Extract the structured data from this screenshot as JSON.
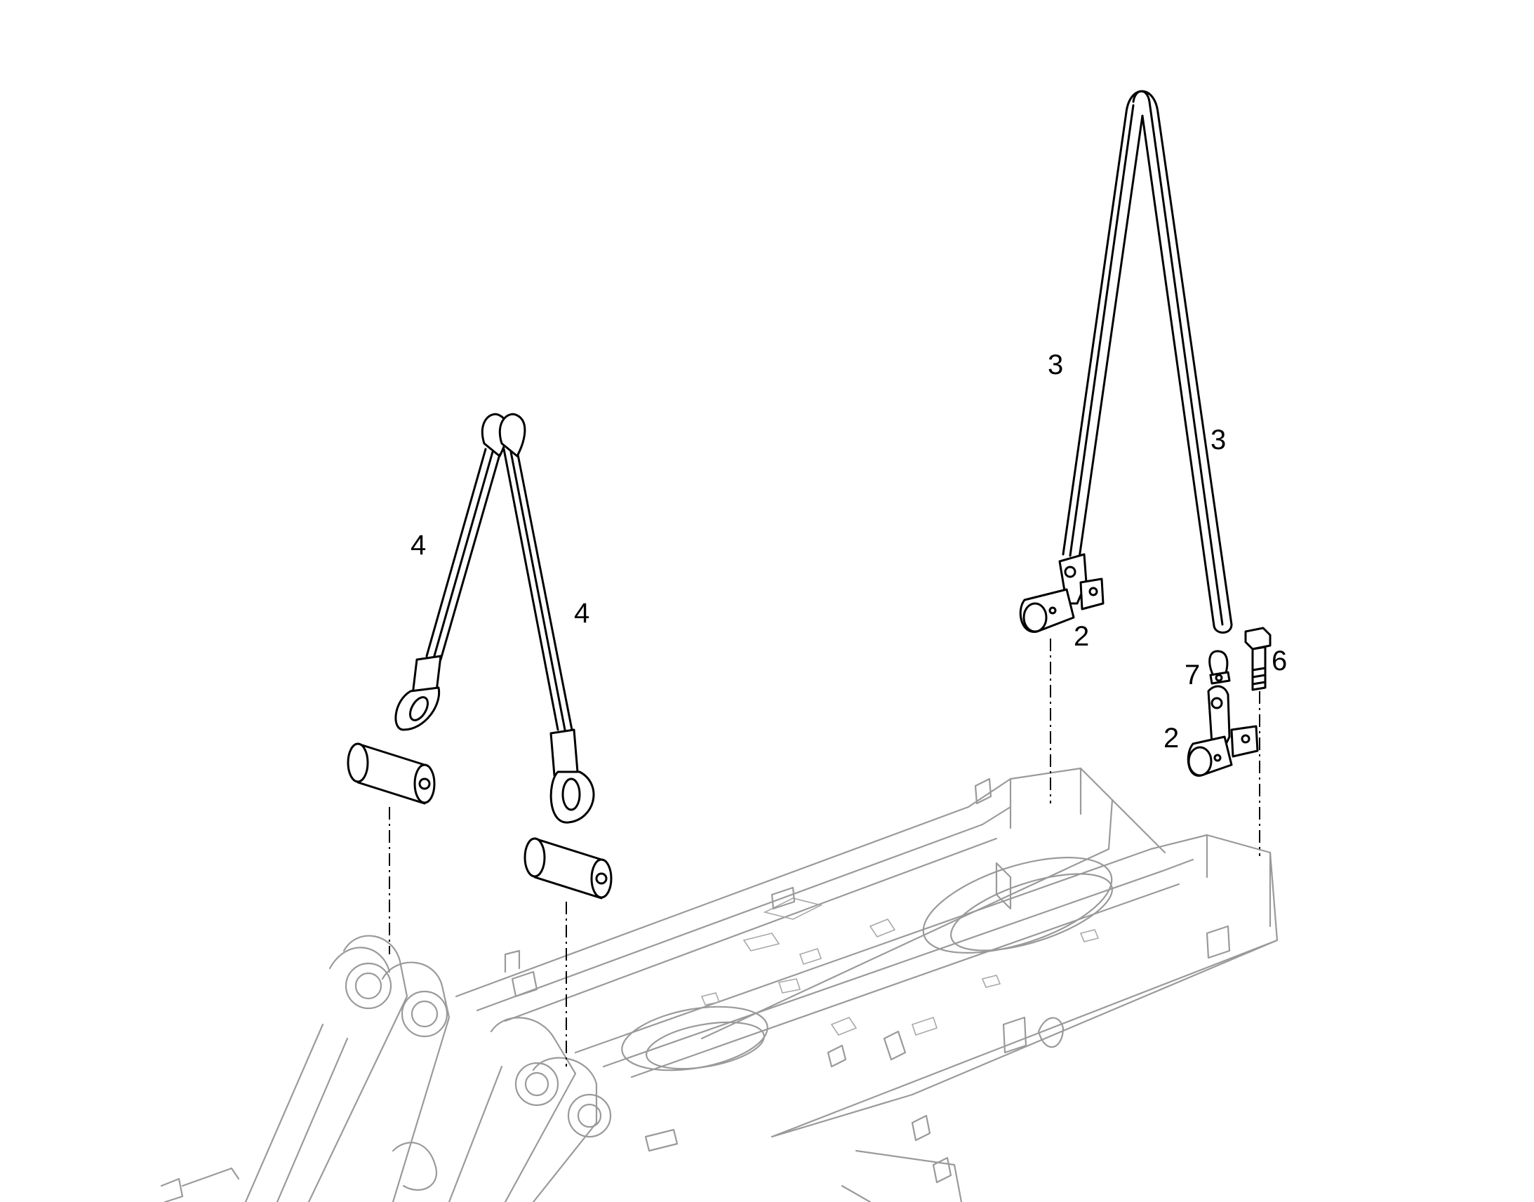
{
  "callouts": {
    "sling_left_a": "4",
    "sling_left_b": "4",
    "sling_right_a": "3",
    "sling_right_b": "3",
    "bracket_left": "2",
    "bracket_right": "2",
    "shackle": "7",
    "bolt": "6"
  },
  "colors": {
    "frame": "#9a9a9a",
    "parts": "#000000",
    "background": "#ffffff"
  }
}
